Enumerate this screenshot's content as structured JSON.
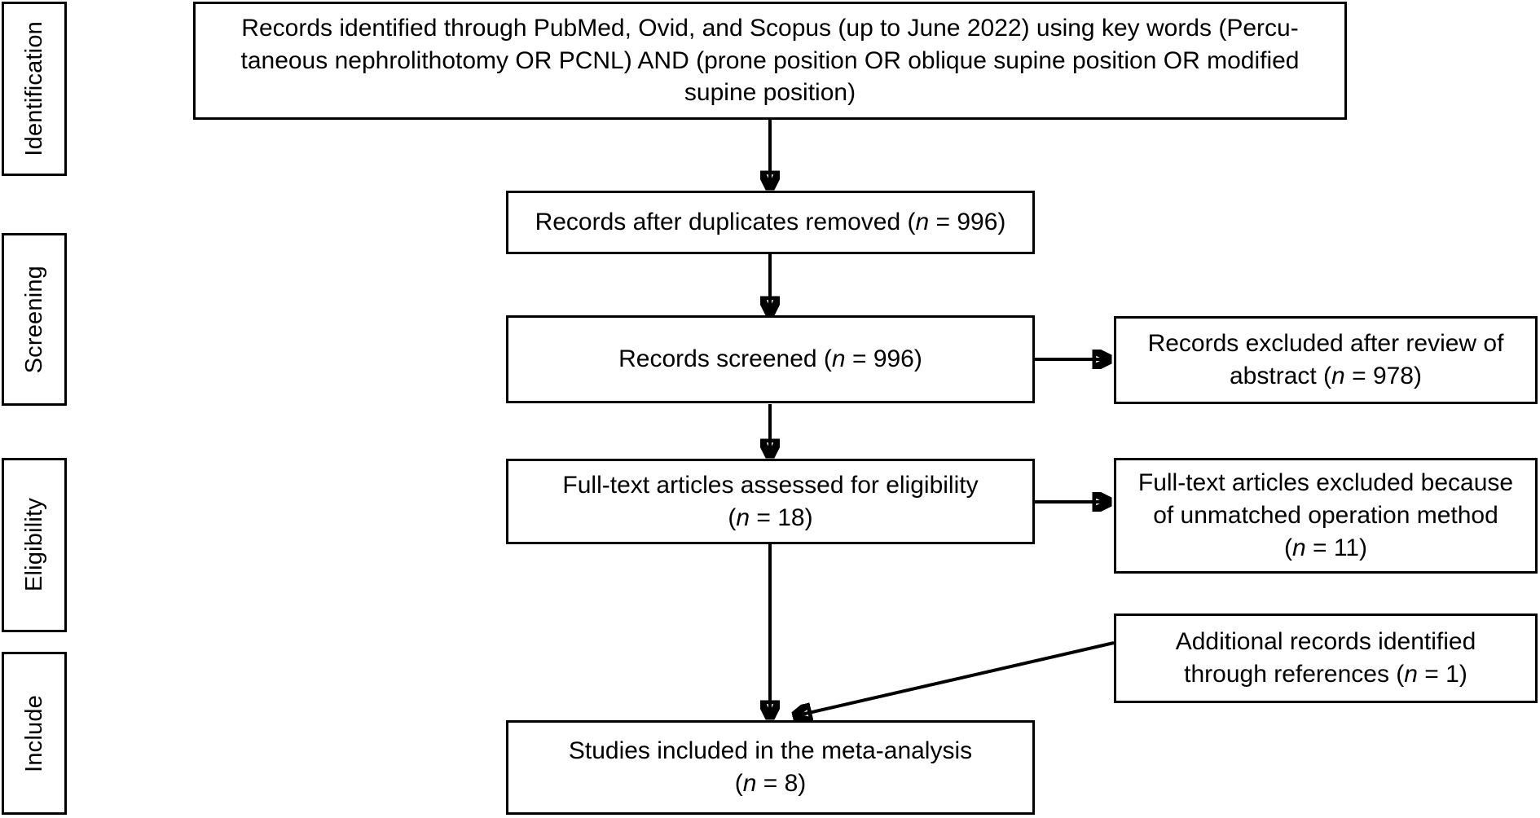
{
  "diagram": {
    "type": "prisma-flow-diagram",
    "title": "PRISMA study selection flow diagram",
    "stroke_color": "#000000",
    "background_color": "#ffffff"
  },
  "stages": [
    {
      "id": "identification",
      "label": "Identification"
    },
    {
      "id": "screening",
      "label": "Screening"
    },
    {
      "id": "eligibility",
      "label": "Eligibility"
    },
    {
      "id": "include",
      "label": "Include"
    }
  ],
  "boxes": {
    "identified": {
      "id": "records-identified",
      "text": "Records identified through PubMed, Ovid, and Scopus (up to June 2022) using key words (Percutaneous nephrolithotomy OR PCNL) AND (prone position OR oblique supine position OR modified supine position)",
      "line1": "Records identified through PubMed, Ovid, and Scopus (up to June 2022) using key words (Percu-",
      "line2": "taneous nephrolithotomy OR PCNL) AND (prone position OR oblique supine position OR modified",
      "line3": "supine position)"
    },
    "duplicates_removed": {
      "id": "records-after-duplicates-removed",
      "label": "Records after duplicates removed",
      "n_prefix": "(",
      "n_symbol": "n",
      "n_equals": " = ",
      "n_value": "996",
      "n_suffix": ")",
      "full": "Records after duplicates removed (n = 996)"
    },
    "screened": {
      "id": "records-screened",
      "label": "Records screened",
      "n_symbol": "n",
      "n_value": "996",
      "full": "Records screened (n = 996)"
    },
    "screen_excluded": {
      "id": "records-excluded-after-review",
      "line1": "Records excluded after review of",
      "line2_label": "abstract",
      "n_symbol": "n",
      "n_value": "978",
      "full": "Records excluded after review of abstract (n = 978)"
    },
    "fulltext_assessed": {
      "id": "full-text-articles-assessed",
      "line1": "Full-text articles assessed for eligibility",
      "n_symbol": "n",
      "n_value": "18",
      "full": "Full-text articles assessed for eligibility (n = 18)"
    },
    "fulltext_excluded": {
      "id": "full-text-articles-excluded",
      "line1": "Full-text articles excluded because",
      "line2": "of unmatched operation method",
      "n_symbol": "n",
      "n_value": "11",
      "full": "Full-text articles excluded because of unmatched operation method (n = 11)"
    },
    "additional_records": {
      "id": "additional-records-identified",
      "line1": "Additional records identified",
      "line2_label": "through references",
      "n_symbol": "n",
      "n_value": "1",
      "full": "Additional records identified through references (n = 1)"
    },
    "included": {
      "id": "studies-included-meta-analysis",
      "line1": "Studies included in the meta-analysis",
      "n_symbol": "n",
      "n_value": "8",
      "full": "Studies included in the meta-analysis (n = 8)"
    }
  },
  "connectors": [
    {
      "id": "identified-to-duplicates",
      "from": "records-identified",
      "to": "records-after-duplicates-removed",
      "direction": "down"
    },
    {
      "id": "duplicates-to-screened",
      "from": "records-after-duplicates-removed",
      "to": "records-screened",
      "direction": "down"
    },
    {
      "id": "screened-to-excluded",
      "from": "records-screened",
      "to": "records-excluded-after-review",
      "direction": "right"
    },
    {
      "id": "screened-to-fulltext",
      "from": "records-screened",
      "to": "full-text-articles-assessed",
      "direction": "down"
    },
    {
      "id": "fulltext-to-excluded",
      "from": "full-text-articles-assessed",
      "to": "full-text-articles-excluded",
      "direction": "right"
    },
    {
      "id": "fulltext-to-included",
      "from": "full-text-articles-assessed",
      "to": "studies-included-meta-analysis",
      "direction": "down"
    },
    {
      "id": "additional-to-included",
      "from": "additional-records-identified",
      "to": "studies-included-meta-analysis",
      "direction": "diagonal-down-left"
    }
  ]
}
